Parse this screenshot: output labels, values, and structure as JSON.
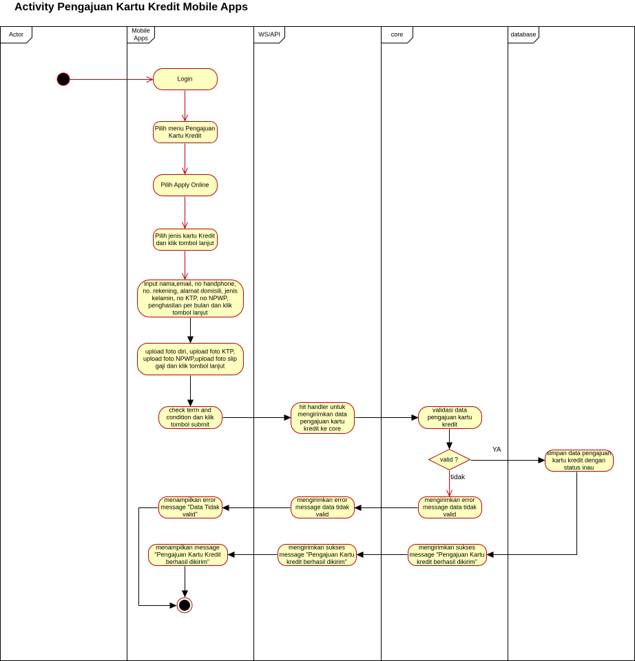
{
  "title": "Activity Pengajuan Kartu Kredit Mobile Apps",
  "colors": {
    "node_fill": "#ffffc0",
    "node_stroke": "#b8000a",
    "flow_red": "#b8000a",
    "flow_black": "#000000",
    "lane_border": "#000000"
  },
  "lanes": [
    {
      "id": "actor",
      "label": [
        "Actor"
      ]
    },
    {
      "id": "mobile",
      "label": [
        "Mobile",
        "Apps"
      ]
    },
    {
      "id": "wsapi",
      "label": [
        "WS/API"
      ]
    },
    {
      "id": "core",
      "label": [
        "core"
      ]
    },
    {
      "id": "database",
      "label": [
        "database"
      ]
    }
  ],
  "nodes": {
    "login": [
      "Login"
    ],
    "pilih_menu": [
      "Pilih menu Pengajuan",
      "Kartu Kredit"
    ],
    "apply_online": [
      "Pilih Apply Online"
    ],
    "pilih_jenis": [
      "Pilih jenis kartu Kredit",
      "dan klik tombol lanjut"
    ],
    "input_data": [
      "input nama,email, no handphone,",
      "no. rekening, alamat domisili, jenis",
      "kelamin, no KTP, no NPWP,",
      "penghasilan per bulan dan klik",
      "tombol lanjut"
    ],
    "upload_foto": [
      "upload foto diri, upload foto KTP,",
      "upload foto NPWP,upload foto slip",
      "gaji dan klik tombol lanjut"
    ],
    "check_term": [
      "check term and",
      "condition dan klik",
      "tombol submit"
    ],
    "hit_handler": [
      "hit handler untuk",
      "mengirimkan data",
      "pengajuan kartu",
      "kredit ke core"
    ],
    "validasi": [
      "validasi data",
      "pengajuan kartu",
      "kredit"
    ],
    "decision": [
      "valid ?"
    ],
    "simpan": [
      "simpan data pengajuan",
      "kartu kredit dengan",
      "status inau"
    ],
    "core_error": [
      "mengirimkan error",
      "message data tidak",
      "valid"
    ],
    "ws_error": [
      "mengirimkan error",
      "message data tidak",
      "valid"
    ],
    "mobile_error": [
      "menampilkan error",
      "message \"Data Tidak",
      "valid\""
    ],
    "core_sukses": [
      "mengirimkan sukses",
      "message \"Pengajuan Kartu",
      "kredit berhasil dikirim\""
    ],
    "ws_sukses": [
      "mengirimkan sukses",
      "message \"Pengajuan Kartu",
      "kredit berhasil dikirim\""
    ],
    "mobile_sukses": [
      "menampilkan message",
      "\"Pengajuan Kartu Kredit",
      "berhasil dikirim\""
    ]
  },
  "edge_labels": {
    "ya": "YA",
    "tidak": "tidak"
  }
}
